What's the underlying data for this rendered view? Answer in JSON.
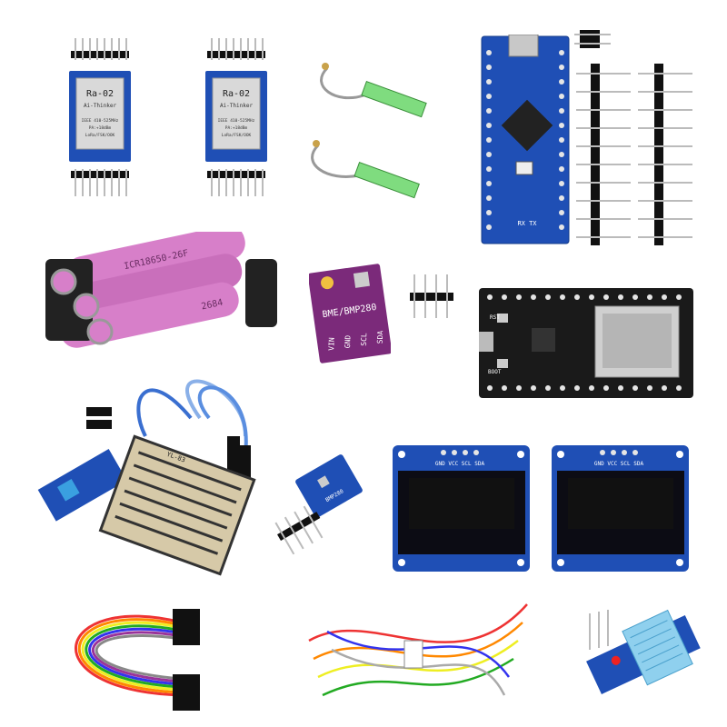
{
  "lora_module": {
    "chip_label": "Ra-02",
    "brand": "Ai-Thinker",
    "spec1": "IEEE 410-525MHz",
    "spec2": "PA:+18dBm",
    "spec3": "LoRa/FSK/OOK"
  },
  "battery": {
    "cell_label": "ICR18650-26F",
    "cell_label2": "2684"
  },
  "bme_module": {
    "label": "BME/BMP280",
    "pins": [
      "VIN",
      "GND",
      "SCL",
      "SDA"
    ]
  },
  "bmp_small": {
    "label": "BMP280"
  },
  "rain_sensor": {
    "label": "YL-83"
  },
  "esp32": {
    "rst_label": "RST",
    "boot_label": "BOOT"
  },
  "oled": {
    "pins": "GND VCC SCL SDA"
  },
  "nano": {
    "label": "RX TX"
  },
  "colors": {
    "pcb_blue": "#1f4fb5",
    "pcb_purple": "#7b2a7a",
    "pcb_black": "#1a1a1a",
    "cell_pink": "#d77fc9",
    "antenna_green": "#7fdc7f"
  }
}
